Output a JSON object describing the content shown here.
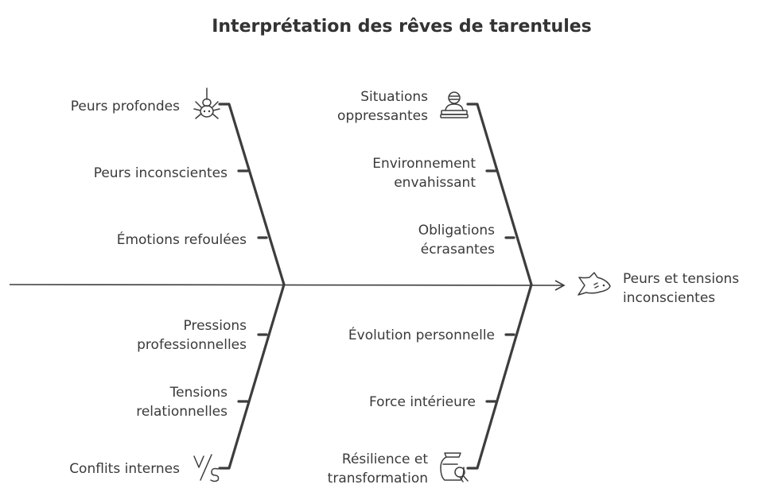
{
  "title": "Interprétation des rêves de tarentules",
  "effect": {
    "lines": [
      "Peurs et tensions",
      "inconscientes"
    ]
  },
  "categories": [
    {
      "id": "top-left",
      "icon": "spider-icon",
      "causes": [
        {
          "lines": [
            "Peurs profondes"
          ]
        },
        {
          "lines": [
            "Peurs inconscientes"
          ]
        },
        {
          "lines": [
            "Émotions refoulées"
          ]
        }
      ]
    },
    {
      "id": "top-right",
      "icon": "oppressed-person-icon",
      "causes": [
        {
          "lines": [
            "Situations",
            "oppressantes"
          ]
        },
        {
          "lines": [
            "Environnement",
            "envahissant"
          ]
        },
        {
          "lines": [
            "Obligations",
            "écrasantes"
          ]
        }
      ]
    },
    {
      "id": "bottom-left",
      "icon": "versus-icon",
      "causes": [
        {
          "lines": [
            "Pressions",
            "professionnelles"
          ]
        },
        {
          "lines": [
            "Tensions",
            "relationnelles"
          ]
        },
        {
          "lines": [
            "Conflits internes"
          ]
        }
      ]
    },
    {
      "id": "bottom-right",
      "icon": "jar-magnifier-icon",
      "causes": [
        {
          "lines": [
            "Évolution personnelle"
          ]
        },
        {
          "lines": [
            "Force intérieure"
          ]
        },
        {
          "lines": [
            "Résilience et",
            "transformation"
          ]
        }
      ]
    }
  ]
}
